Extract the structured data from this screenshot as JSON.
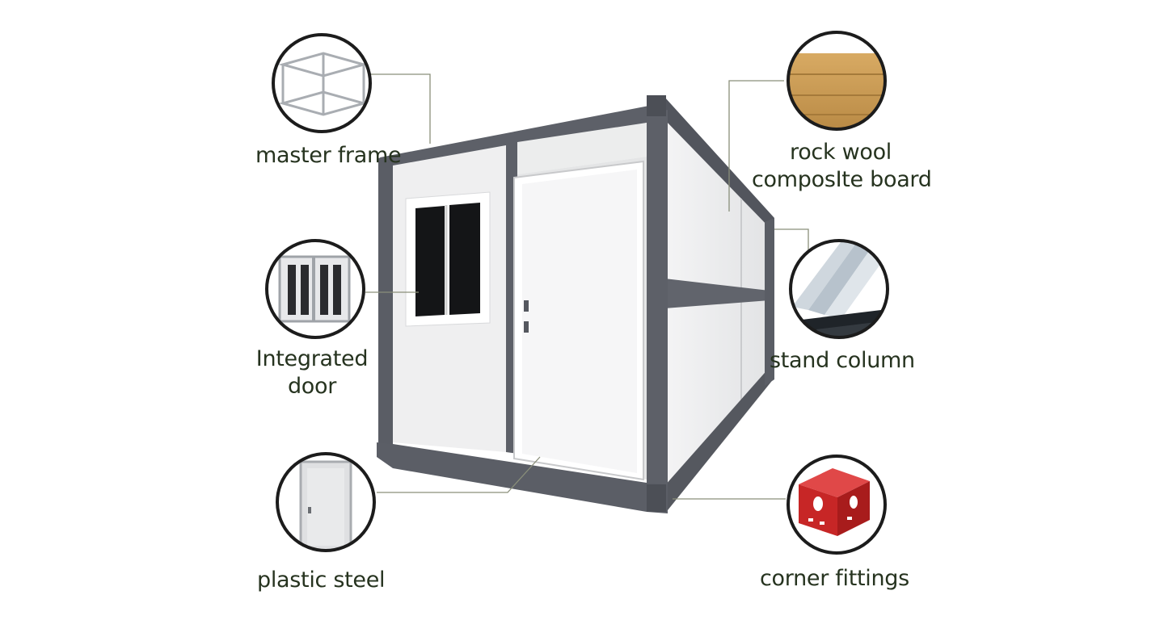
{
  "labels": {
    "master_frame": "master frame",
    "integrated_door_line1": "Integrated",
    "integrated_door_line2": "door",
    "plastic_steel": "plastic steel",
    "rock_wool_line1": "rock wool",
    "rock_wool_line2": "composIte board",
    "stand_column": "stand column",
    "corner_fittings": "corner fittings"
  },
  "colors": {
    "text": "#26331f",
    "leader_line": "#8a8f7a",
    "frame_steel": "#5d6068",
    "panel_white": "#eeeff0",
    "corner_fitting_red": "#d12a2a",
    "rock_wool_tan": "#c79a55"
  },
  "icons": {
    "master_frame": "frame-skeleton-icon",
    "integrated_door": "window-icon",
    "plastic_steel": "door-icon",
    "rock_wool": "rock-wool-board-icon",
    "stand_column": "steel-column-icon",
    "corner_fittings": "corner-fitting-icon"
  }
}
